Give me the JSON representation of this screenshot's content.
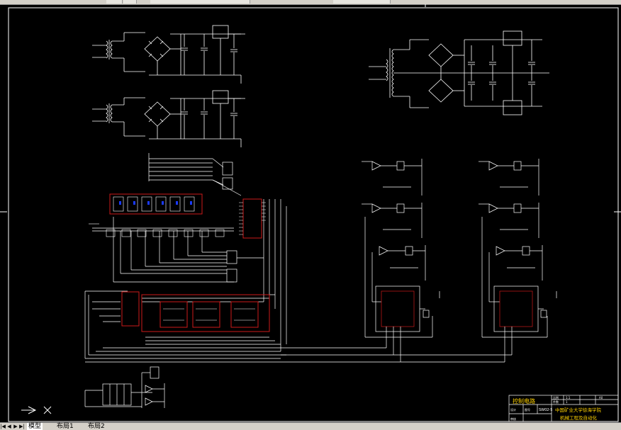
{
  "title_block": {
    "drawing_name": "控制电路",
    "school": "中国矿业大学徐海学院",
    "major": "机械工程及自动化",
    "scale_label": "比例",
    "scale_value": "1:1",
    "sheet_value": "A0",
    "count_label": "件数",
    "count_value": "1",
    "material_label": "材料",
    "drawing_no_label": "图号",
    "drawing_no": "SW02-5",
    "designer_label": "设计",
    "checker_label": "审核"
  },
  "tabs": {
    "items": [
      "模型",
      "布局1",
      "布局2"
    ],
    "active": 0
  },
  "colors": {
    "wire": "#ffffff",
    "component_border": "#cc1a1a",
    "text": "#ffffff",
    "title_text": "#ffd200",
    "background": "#000000"
  },
  "icons": {
    "ucs": "ucs-icon",
    "nav_first": "nav-first-icon",
    "nav_prev": "nav-prev-icon",
    "nav_next": "nav-next-icon",
    "nav_last": "nav-last-icon"
  }
}
